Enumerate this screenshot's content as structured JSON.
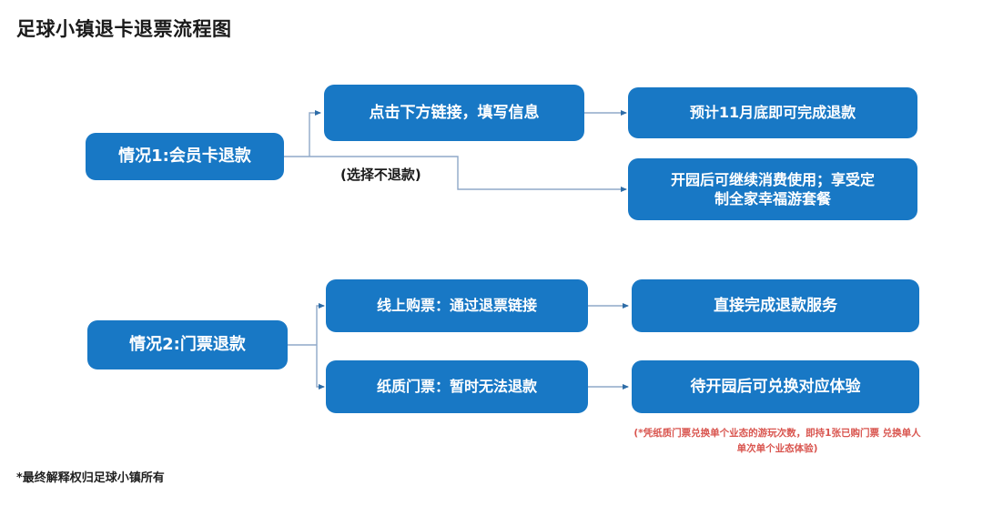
{
  "page": {
    "title": "足球小镇退卡退票流程图",
    "background_color": "#ffffff",
    "node_color": "#1878C5",
    "node_text_color": "#ffffff",
    "connector_color": "#8FA8C8",
    "arrow_color": "#2E6DA8",
    "footnote_red_color": "#d9554f"
  },
  "flow": {
    "branch1": {
      "root_label": "情况1:会员卡退款",
      "step_label": "点击下方链接，填写信息",
      "result_label": "预计11月底即可完成退款",
      "alt_edge_label": "(选择不退款)",
      "alt_result_line1": "开园后可继续消费使用；享受定",
      "alt_result_line2": "制全家幸福游套餐"
    },
    "branch2": {
      "root_label": "情况2:门票退款",
      "option_online_label": "线上购票：通过退票链接",
      "option_paper_label": "纸质门票：暂时无法退款",
      "result_online_label": "直接完成退款服务",
      "result_paper_label": "待开园后可兑换对应体验"
    }
  },
  "footnotes": {
    "red_line1": "(*凭纸质门票兑换单个业态的游玩次数，即持1张已购门票",
    "red_line2": "兑换单人单次单个业态体验)",
    "bottom_left": "*最终解释权归足球小镇所有"
  }
}
